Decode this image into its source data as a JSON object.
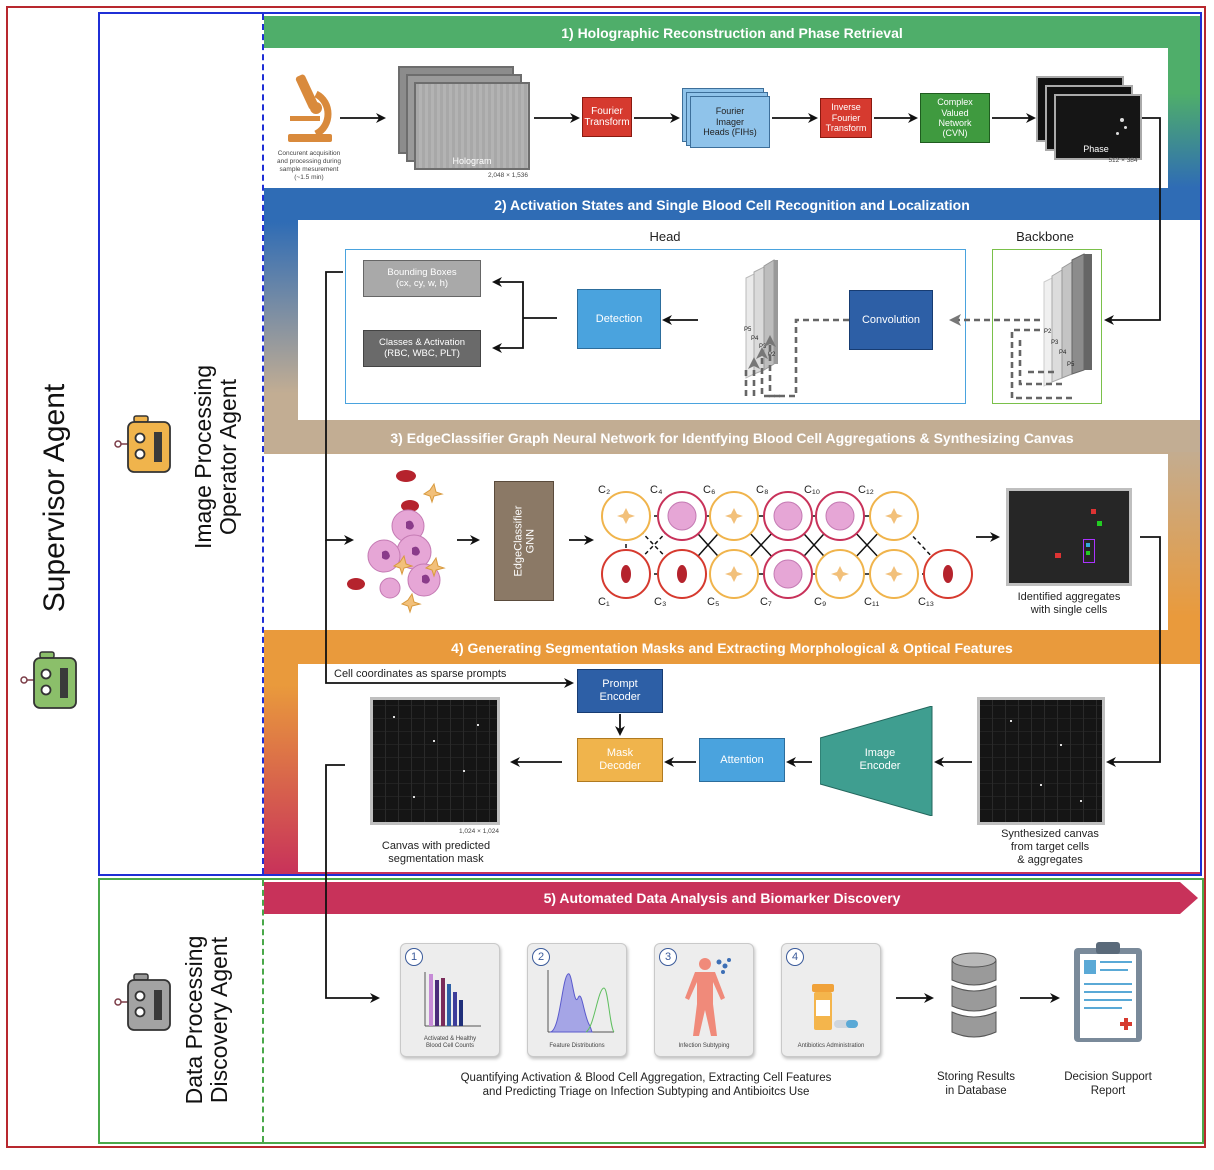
{
  "agents": {
    "supervisor": "Supervisor Agent",
    "image_processing": "Image Processing\nOperator Agent",
    "data_processing": "Data Processing\nDiscovery Agent"
  },
  "sections": {
    "s1": "1) Holographic Reconstruction and Phase Retrieval",
    "s2": "2) Activation States and Single Blood Cell Recognition and Localization",
    "s3": "3) EdgeClassifier Graph Neural Network for Identfying Blood Cell Aggregations & Synthesizing Canvas",
    "s4": "4) Generating Segmentation Masks and Extracting Morphological & Optical Features",
    "s5": "5) Automated Data Analysis and Biomarker Discovery"
  },
  "s1": {
    "acquisition_caption": "Concurent acquisition\nand processing during\nsample mesurement\n(~1.5 min)",
    "hologram_label": "Hologram",
    "hologram_size": "2,048 × 1,536",
    "fourier": "Fourier\nTransform",
    "fih": "Fourier\nImager\nHeads (FIHs)",
    "inverse": "Inverse\nFourier\nTransform",
    "cvn": "Complex\nValued\nNetwork\n(CVN)",
    "phase_label": "Phase",
    "phase_size": "512 × 384"
  },
  "s2": {
    "head": "Head",
    "backbone": "Backbone",
    "bbox": "Bounding Boxes\n(cx, cy, w, h)",
    "classes": "Classes & Activation\n(RBC, WBC, PLT)",
    "detection": "Detection",
    "convolution": "Convolution",
    "p5": "P5",
    "p4": "P4",
    "p3": "P3",
    "p2": "P2"
  },
  "s3": {
    "gnn": "EdgeClassifier\nGNN",
    "nodes_top": [
      "C₂",
      "C₄",
      "C₆",
      "C₈",
      "C₁₀",
      "C₁₂"
    ],
    "nodes_bottom": [
      "C₁",
      "C₃",
      "C₅",
      "C₇",
      "C₉",
      "C₁₁",
      "C₁₃"
    ],
    "identified": "Identified aggregates\nwith single cells"
  },
  "s4": {
    "sparse": "Cell coordinates as sparse prompts",
    "prompt_encoder": "Prompt\nEncoder",
    "mask_decoder": "Mask\nDecoder",
    "attention": "Attention",
    "image_encoder": "Image\nEncoder",
    "canvas_size": "1,024 × 1,024",
    "canvas_pred": "Canvas with predicted\nsegmentation mask",
    "synth": "Synthesized canvas\nfrom target cells\n& aggregates"
  },
  "s5": {
    "tiles": [
      {
        "num": "1",
        "cap": "Activated & Healthy\nBlood Cell Counts"
      },
      {
        "num": "2",
        "cap": "Feature Distributions"
      },
      {
        "num": "3",
        "cap": "Infection Subtyping"
      },
      {
        "num": "4",
        "cap": "Antibiotics Administration"
      }
    ],
    "quantifying": "Quantifying Activation & Blood Cell Aggregation, Extracting Cell Features\nand Predicting Triage on Infection Subtyping and Antibioitcs Use",
    "storing": "Storing Results\nin Database",
    "report": "Decision Support\nReport"
  },
  "colors": {
    "outer_border": "#b8282e",
    "blue_border": "#1f2fd6",
    "green_border": "#4aa84a",
    "band1": "#4fae6a",
    "band2": "#2f6cb5",
    "band3": "#c2ad93",
    "band4": "#e99a3c",
    "band5": "#c8325a",
    "red_box": "#d63a2f",
    "lightblue_box": "#8fc3ea",
    "green_box": "#3f9a3f",
    "detection": "#4aa3de",
    "convolution": "#2d5fa6",
    "prompt": "#2d5fa6",
    "mask": "#f0b44c",
    "attention": "#4aa3de",
    "encoder": "#3f9e90",
    "gnn": "#8b7966"
  }
}
